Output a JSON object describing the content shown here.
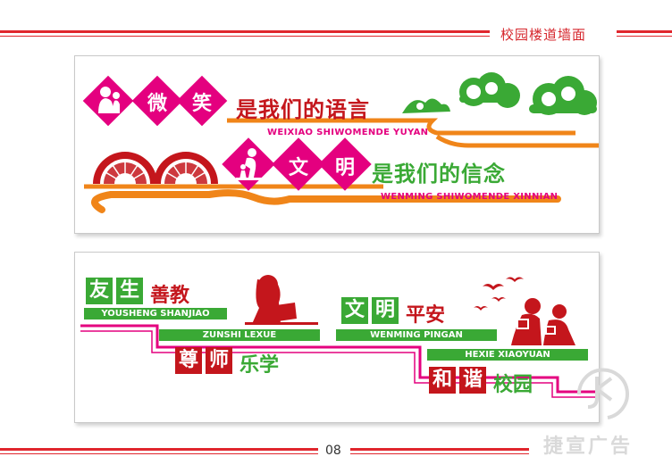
{
  "header": {
    "title": "校园楼道墙面"
  },
  "panel1": {
    "diamond1": [
      "微",
      "笑"
    ],
    "slogan1": "是我们的语言",
    "pinyin1": "WEIXIAO SHIWOMENDE YUYAN",
    "diamond2": [
      "文",
      "明"
    ],
    "slogan2": "是我们的信念",
    "pinyin2": "WENMING SHIWOMENDE XINNIAN"
  },
  "panel2": {
    "g1": {
      "sq": [
        "友",
        "生"
      ],
      "plain": "善教",
      "pinyin": "YOUSHENG SHANJIAO"
    },
    "g2": {
      "pinyin": "ZUNSHI LEXUE",
      "sq": [
        "尊",
        "师"
      ],
      "plain": "乐学"
    },
    "g3": {
      "sq": [
        "文",
        "明"
      ],
      "plain": "平安",
      "pinyin": "WENMING PINGAN"
    },
    "g4": {
      "pinyin": "HEXIE XIAOYUAN",
      "sq": [
        "和",
        "谐"
      ],
      "plain": "校园"
    }
  },
  "footer": {
    "page": "08",
    "brand": "捷宣广告"
  },
  "colors": {
    "red": "#e0262d",
    "magenta": "#e4007f",
    "green": "#3aa935",
    "orange": "#f08519",
    "darkred": "#c4161c"
  }
}
